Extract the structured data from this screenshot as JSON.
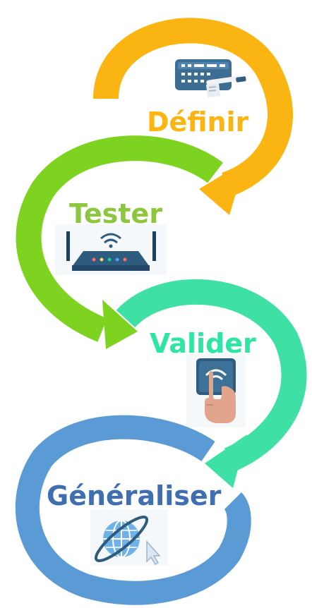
{
  "steps": [
    {
      "label": "Définir",
      "color": "#FBB513",
      "icon": "keyboard-pen-icon"
    },
    {
      "label": "Tester",
      "color": "#7ED321",
      "icon": "wifi-router-icon"
    },
    {
      "label": "Valider",
      "color": "#3FE0A5",
      "icon": "touch-button-icon"
    },
    {
      "label": "Généraliser",
      "color": "#5B9BD5",
      "icon": "globe-cursor-icon"
    }
  ]
}
